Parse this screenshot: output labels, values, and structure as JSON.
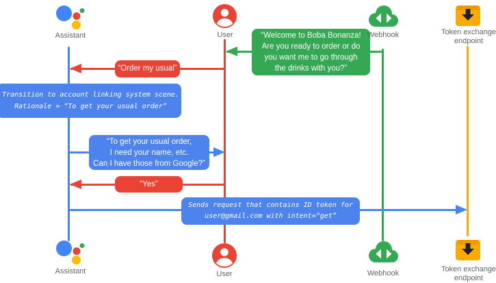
{
  "actors": {
    "assistant": {
      "label": "Assistant"
    },
    "user": {
      "label": "User"
    },
    "webhook": {
      "label": "Webhook"
    },
    "token_endpoint": {
      "label": "Token exchange\nendpoint"
    }
  },
  "messages": {
    "welcome": {
      "from": "webhook",
      "to": "user",
      "kind": "speech",
      "text": "“Welcome to Boba Bonanza!\nAre you ready to order or do\nyou want me to go through\nthe drinks with you?”"
    },
    "order_my_usual": {
      "from": "user",
      "to": "assistant",
      "kind": "speech",
      "text": "“Order my usual”"
    },
    "transition_note": {
      "kind": "system",
      "text": "Transition to account linking system scene.\nRationale = “To get your usual order”"
    },
    "ask_permission": {
      "from": "assistant",
      "to": "user",
      "kind": "speech",
      "text": "“To get your usual order,\nI need your name, etc.\nCan I have those from Google?”"
    },
    "yes": {
      "from": "user",
      "to": "assistant",
      "kind": "speech",
      "text": "“Yes”"
    },
    "send_request": {
      "from": "assistant",
      "to": "token_endpoint",
      "kind": "system",
      "text": "Sends request that contains ID token for\nuser@gmail.com with intent=“get”"
    }
  },
  "colors": {
    "blue": "#4285F4",
    "blue_box": "#4D83EC",
    "red": "#EA4335",
    "green": "#34A853",
    "yellow": "#F9AB00",
    "label_gray": "#5F6368"
  }
}
